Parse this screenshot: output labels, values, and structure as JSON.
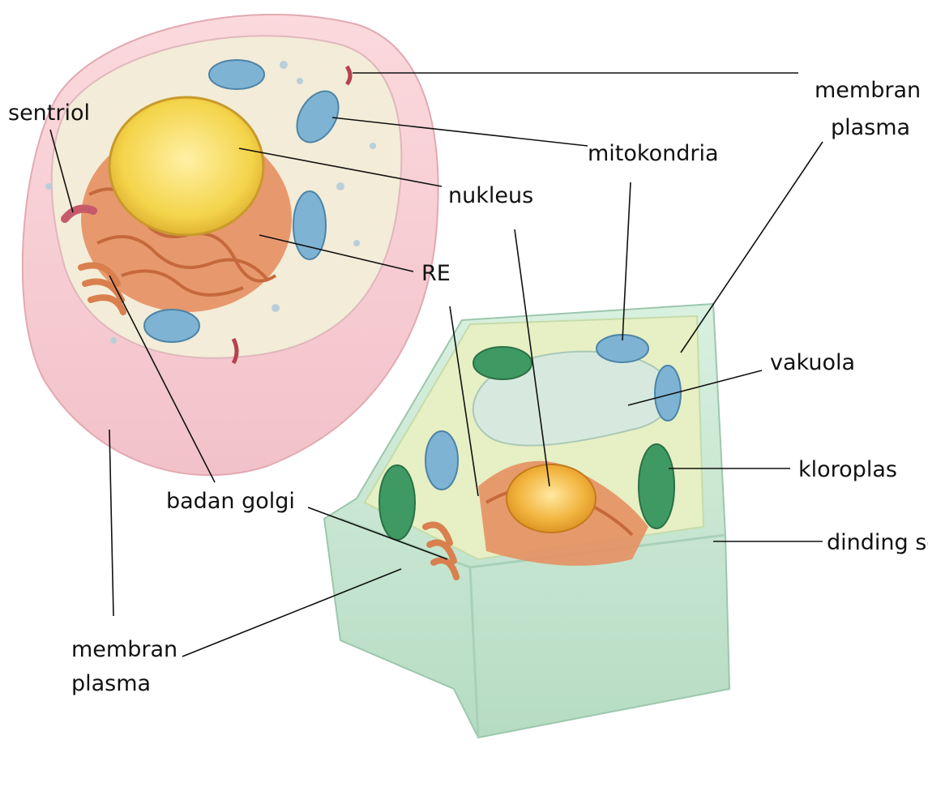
{
  "labels": {
    "sentriol": "sentriol",
    "nukleus": "nukleus",
    "mitokondria": "mitokondria",
    "membran_plasma_top_line1": "membran",
    "membran_plasma_top_line2": "plasma",
    "re": "RE",
    "vakuola": "vakuola",
    "kloroplas": "kloroplas",
    "dinding_sel": "dinding sel",
    "badan_golgi": "badan golgi",
    "membran_plasma_bottom_line1": "membran",
    "membran_plasma_bottom_line2": "plasma"
  },
  "colors": {
    "animal_membrane": "#f6c9cf",
    "animal_cytoplasm": "#f3ecd8",
    "nucleus": "#f4d44a",
    "rough_er": "#e59062",
    "mitochondria": "#7fb3d3",
    "plant_wall": "#c9e8d4",
    "plant_cytoplasm": "#e7efc4",
    "chloroplast": "#3e9a62",
    "vacuole": "#d7e9de",
    "plant_nucleus": "#f2b540"
  }
}
